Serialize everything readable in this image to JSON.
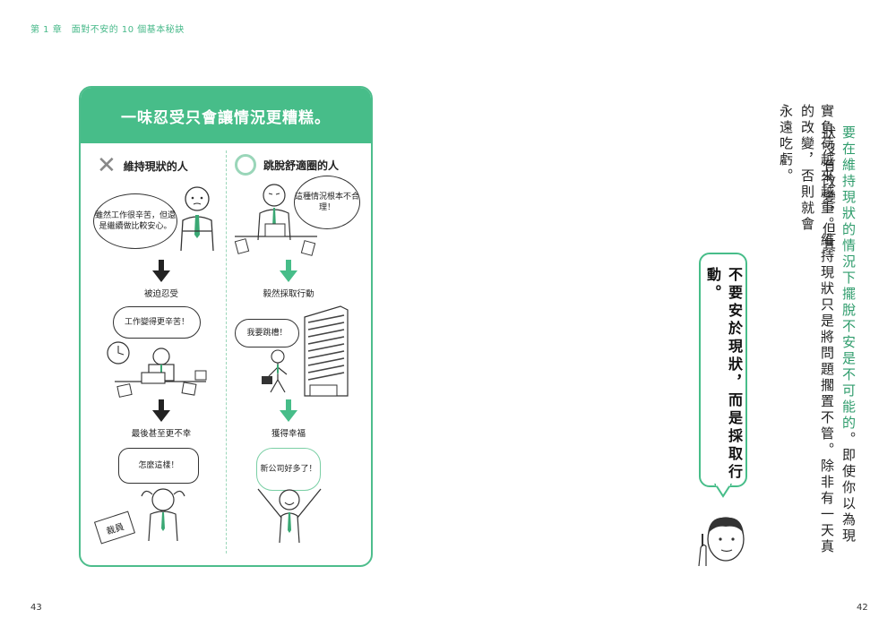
{
  "header": {
    "chapter": "第 1 章　面對不安的 10 個基本秘訣"
  },
  "page_left": "43",
  "page_right": "42",
  "card": {
    "title": "一味忍受只會讓情況更糟糕。",
    "left": {
      "mark": "✕",
      "title": "維持現狀的人",
      "bubble1": "雖然工作很辛苦，但還是繼續做比較安心。",
      "step1": "被迫忍受",
      "bubble2": "工作變得更辛苦！",
      "step2": "最後甚至更不幸",
      "bubble3": "怎麼這樣！",
      "tag": "裁員"
    },
    "right": {
      "mark": "○",
      "title": "跳脫舒適圈的人",
      "bubble1": "這種情況根本不合理！",
      "step1": "毅然採取行動",
      "bubble2": "我要跳槽！",
      "step2": "獲得幸福",
      "bubble3": "新公司好多了！"
    }
  },
  "body": {
    "col1_green": "要在維持現狀的情況下擺脫不安是不可能的",
    "col1_rest": "。即使你以為現狀沒有改變，但其",
    "col2": "實負荷越來越重。維持現狀只是將問題擱置不管。除非有一天真的改變，否則就會",
    "col3": "永遠吃虧。"
  },
  "callout": "不要安於現狀，而是採取行動。",
  "colors": {
    "accent": "#47bd89",
    "accent_text": "#2f9c6c"
  }
}
